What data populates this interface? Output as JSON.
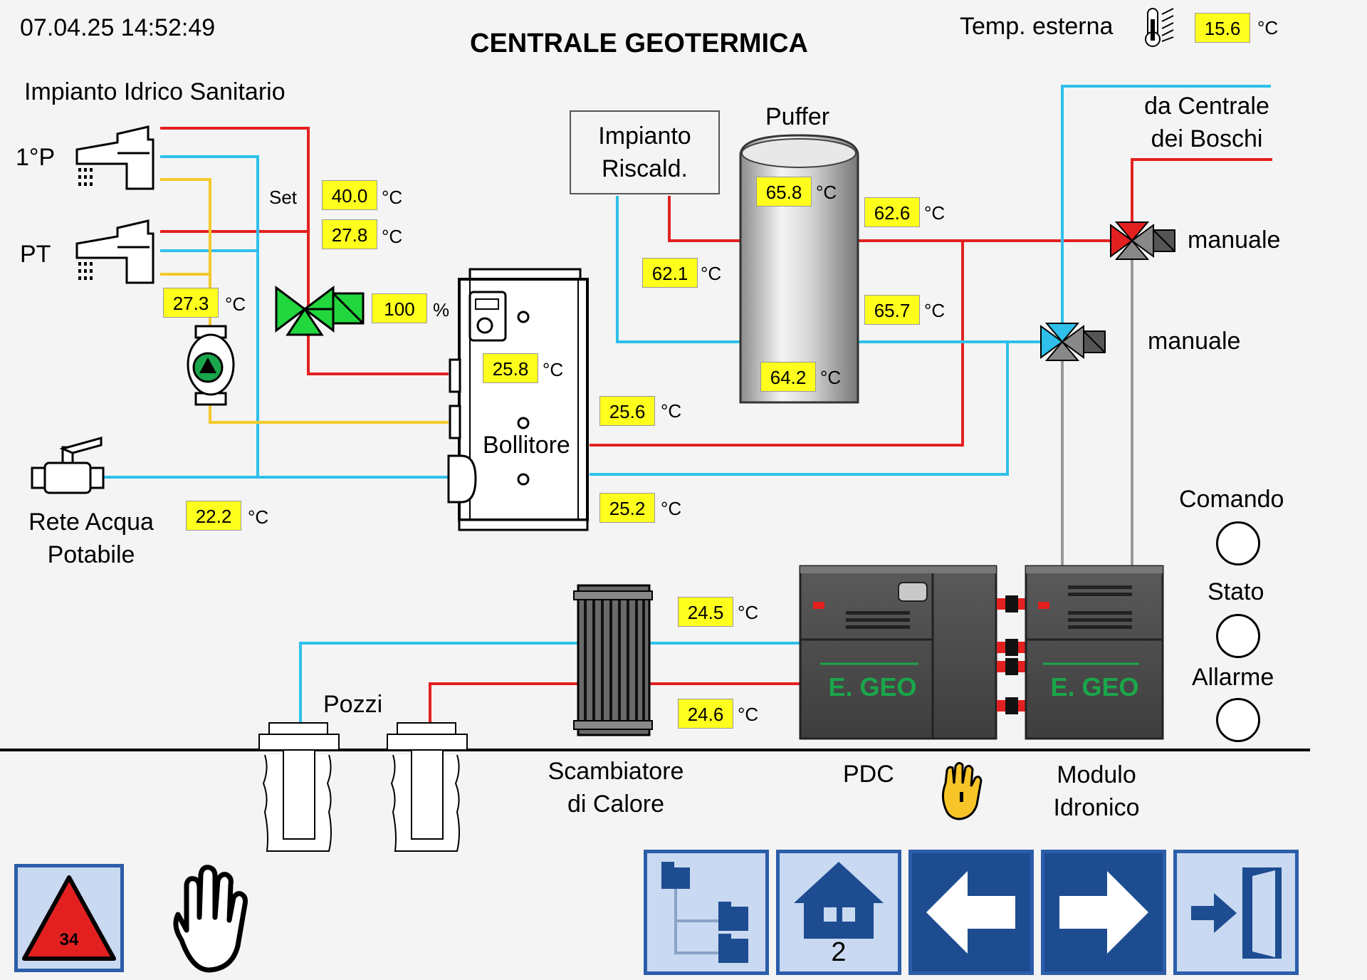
{
  "header": {
    "datetime": "07.04.25  14:52:49",
    "title": "CENTRALE GEOTERMICA",
    "outdoor_label": "Temp. esterna",
    "outdoor_value": "15.6",
    "unit_c": "°C"
  },
  "sanitary": {
    "title": "Impianto Idrico Sanitario",
    "floor1": "1°P",
    "ground": "PT",
    "set_label": "Set",
    "set_value": "40.0",
    "mix_value": "27.8",
    "recirc_value": "27.3",
    "valve_percent": "100",
    "percent_unit": "%",
    "mains_label_1": "Rete Acqua",
    "mains_label_2": "Potabile",
    "mains_value": "22.2"
  },
  "boiler": {
    "label": "Bollitore",
    "inner_value": "25.8",
    "flow_value": "25.6",
    "return_value": "25.2"
  },
  "heating": {
    "label_1": "Impianto",
    "label_2": "Riscald.",
    "value": "62.1"
  },
  "puffer": {
    "label": "Puffer",
    "top_value": "65.8",
    "bottom_value": "64.2",
    "out_top_value": "62.6",
    "out_mid_value": "65.7"
  },
  "boschi": {
    "label_1": "da Centrale",
    "label_2": "dei Boschi",
    "valve1_mode": "manuale",
    "valve2_mode": "manuale"
  },
  "ground_loop": {
    "wells_label": "Pozzi",
    "exchanger_label_1": "Scambiatore",
    "exchanger_label_2": "di Calore",
    "supply_value": "24.5",
    "return_value": "24.6"
  },
  "units": {
    "pdc_label": "PDC",
    "module_label_1": "Modulo",
    "module_label_2": "Idronico",
    "brand": "E. GEO"
  },
  "status": {
    "comando": "Comando",
    "stato": "Stato",
    "allarme": "Allarme"
  },
  "footer": {
    "alarm_count": "34",
    "home_number": "2"
  },
  "colors": {
    "hot": "#e32020",
    "cold": "#2ec0ea",
    "recirc": "#f5c82a",
    "value_bg": "#ffff1e",
    "button_border": "#2b5da9",
    "button_icon": "#1d4c91"
  }
}
